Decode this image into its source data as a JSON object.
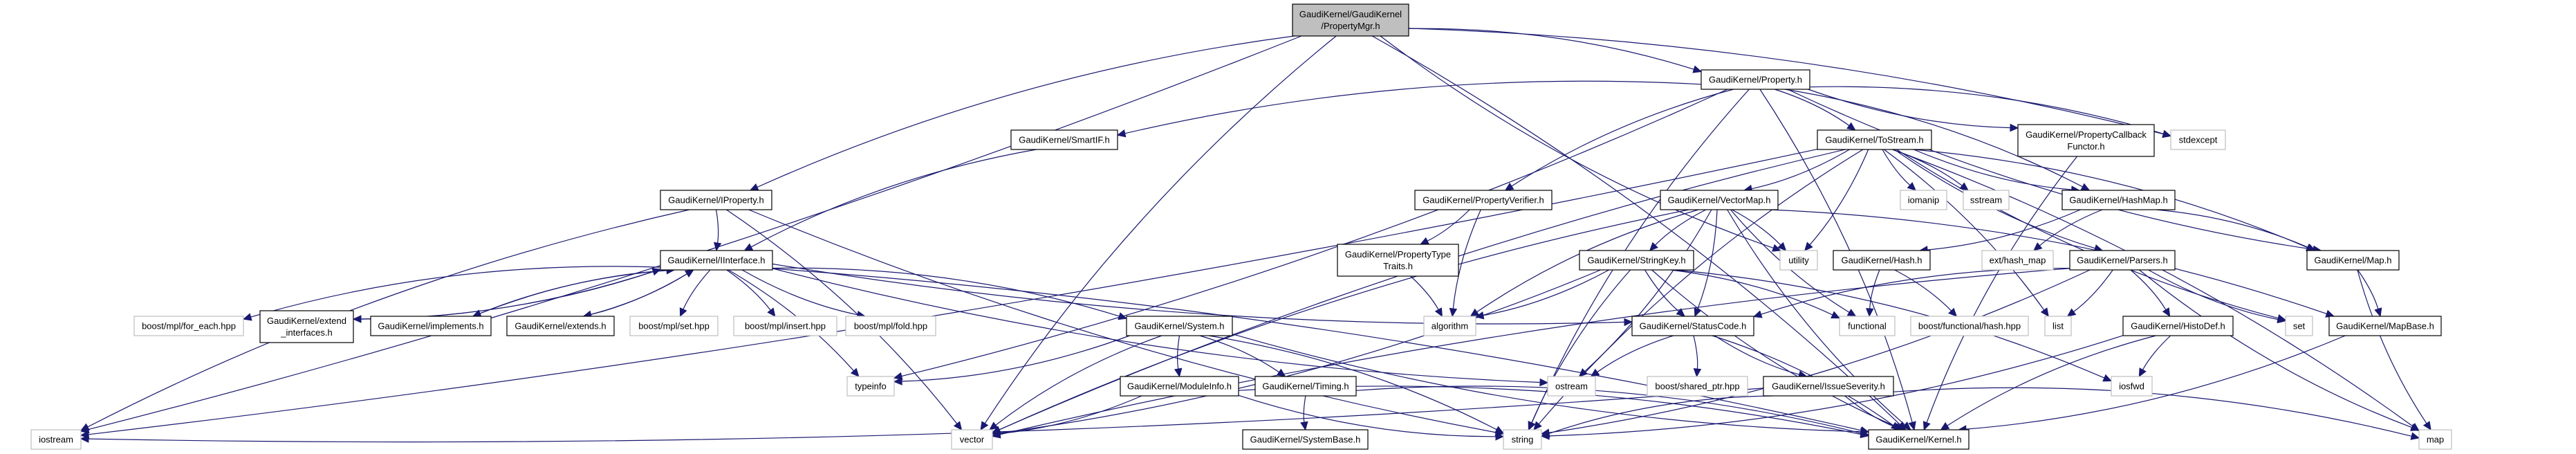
{
  "title": "GaudiKernel/GaudiKernel/PropertyMgr.h include dependency graph",
  "colors": {
    "edge": "#191970",
    "root_fill": "#bfbfbf",
    "node_border": "#000000",
    "external_border": "#bfbfbf",
    "background": "#ffffff"
  },
  "nodes": [
    {
      "id": "root",
      "lines": [
        "GaudiKernel/GaudiKernel",
        "/PropertyMgr.h"
      ],
      "kind": "root"
    },
    {
      "id": "property",
      "lines": [
        "GaudiKernel/Property.h"
      ],
      "kind": "internal"
    },
    {
      "id": "smartif",
      "lines": [
        "GaudiKernel/SmartIF.h"
      ],
      "kind": "internal"
    },
    {
      "id": "tostream",
      "lines": [
        "GaudiKernel/ToStream.h"
      ],
      "kind": "internal"
    },
    {
      "id": "propcallback",
      "lines": [
        "GaudiKernel/PropertyCallback",
        "Functor.h"
      ],
      "kind": "internal"
    },
    {
      "id": "stdexcept",
      "lines": [
        "stdexcept"
      ],
      "kind": "external"
    },
    {
      "id": "iproperty",
      "lines": [
        "GaudiKernel/IProperty.h"
      ],
      "kind": "internal"
    },
    {
      "id": "propverifier",
      "lines": [
        "GaudiKernel/PropertyVerifier.h"
      ],
      "kind": "internal"
    },
    {
      "id": "vectormap",
      "lines": [
        "GaudiKernel/VectorMap.h"
      ],
      "kind": "internal"
    },
    {
      "id": "iomanip",
      "lines": [
        "iomanip"
      ],
      "kind": "external"
    },
    {
      "id": "sstream",
      "lines": [
        "sstream"
      ],
      "kind": "external"
    },
    {
      "id": "hashmap",
      "lines": [
        "GaudiKernel/HashMap.h"
      ],
      "kind": "internal"
    },
    {
      "id": "iinterface",
      "lines": [
        "GaudiKernel/IInterface.h"
      ],
      "kind": "internal"
    },
    {
      "id": "proptypetraits",
      "lines": [
        "GaudiKernel/PropertyType",
        "Traits.h"
      ],
      "kind": "internal"
    },
    {
      "id": "stringkey",
      "lines": [
        "GaudiKernel/StringKey.h"
      ],
      "kind": "internal"
    },
    {
      "id": "utility",
      "lines": [
        "utility"
      ],
      "kind": "external"
    },
    {
      "id": "hash",
      "lines": [
        "GaudiKernel/Hash.h"
      ],
      "kind": "internal"
    },
    {
      "id": "exthashmap",
      "lines": [
        "ext/hash_map"
      ],
      "kind": "external"
    },
    {
      "id": "parsers",
      "lines": [
        "GaudiKernel/Parsers.h"
      ],
      "kind": "internal"
    },
    {
      "id": "map_h",
      "lines": [
        "GaudiKernel/Map.h"
      ],
      "kind": "internal"
    },
    {
      "id": "foreach",
      "lines": [
        "boost/mpl/for_each.hpp"
      ],
      "kind": "external"
    },
    {
      "id": "extendif",
      "lines": [
        "GaudiKernel/extend",
        "_interfaces.h"
      ],
      "kind": "internal"
    },
    {
      "id": "implements",
      "lines": [
        "GaudiKernel/implements.h"
      ],
      "kind": "internal"
    },
    {
      "id": "extends",
      "lines": [
        "GaudiKernel/extends.h"
      ],
      "kind": "internal"
    },
    {
      "id": "mplset",
      "lines": [
        "boost/mpl/set.hpp"
      ],
      "kind": "external"
    },
    {
      "id": "mplinsert",
      "lines": [
        "boost/mpl/insert.hpp"
      ],
      "kind": "external"
    },
    {
      "id": "mplfold",
      "lines": [
        "boost/mpl/fold.hpp"
      ],
      "kind": "external"
    },
    {
      "id": "system",
      "lines": [
        "GaudiKernel/System.h"
      ],
      "kind": "internal"
    },
    {
      "id": "algorithm",
      "lines": [
        "algorithm"
      ],
      "kind": "external"
    },
    {
      "id": "statuscode",
      "lines": [
        "GaudiKernel/StatusCode.h"
      ],
      "kind": "internal"
    },
    {
      "id": "functional",
      "lines": [
        "functional"
      ],
      "kind": "external"
    },
    {
      "id": "boosthash",
      "lines": [
        "boost/functional/hash.hpp"
      ],
      "kind": "external"
    },
    {
      "id": "list",
      "lines": [
        "list"
      ],
      "kind": "external"
    },
    {
      "id": "histodef",
      "lines": [
        "GaudiKernel/HistoDef.h"
      ],
      "kind": "internal"
    },
    {
      "id": "set",
      "lines": [
        "set"
      ],
      "kind": "external"
    },
    {
      "id": "mapbase",
      "lines": [
        "GaudiKernel/MapBase.h"
      ],
      "kind": "internal"
    },
    {
      "id": "typeinfo",
      "lines": [
        "typeinfo"
      ],
      "kind": "external"
    },
    {
      "id": "moduleinfo",
      "lines": [
        "GaudiKernel/ModuleInfo.h"
      ],
      "kind": "internal"
    },
    {
      "id": "timing",
      "lines": [
        "GaudiKernel/Timing.h"
      ],
      "kind": "internal"
    },
    {
      "id": "ostream",
      "lines": [
        "ostream"
      ],
      "kind": "external"
    },
    {
      "id": "sharedptr",
      "lines": [
        "boost/shared_ptr.hpp"
      ],
      "kind": "external"
    },
    {
      "id": "issueseverity",
      "lines": [
        "GaudiKernel/IssueSeverity.h"
      ],
      "kind": "internal"
    },
    {
      "id": "iosfwd",
      "lines": [
        "iosfwd"
      ],
      "kind": "external"
    },
    {
      "id": "iostream",
      "lines": [
        "iostream"
      ],
      "kind": "external"
    },
    {
      "id": "vector",
      "lines": [
        "vector"
      ],
      "kind": "external"
    },
    {
      "id": "string",
      "lines": [
        "string"
      ],
      "kind": "external"
    },
    {
      "id": "systembase",
      "lines": [
        "GaudiKernel/SystemBase.h"
      ],
      "kind": "internal"
    },
    {
      "id": "kernel",
      "lines": [
        "GaudiKernel/Kernel.h"
      ],
      "kind": "internal"
    },
    {
      "id": "map",
      "lines": [
        "map"
      ],
      "kind": "external"
    }
  ],
  "edges": [
    [
      "root",
      "property"
    ],
    [
      "root",
      "iproperty"
    ],
    [
      "root",
      "iostream"
    ],
    [
      "root",
      "vector"
    ],
    [
      "root",
      "stdexcept"
    ],
    [
      "root",
      "utility"
    ],
    [
      "root",
      "kernel"
    ],
    [
      "property",
      "smartif"
    ],
    [
      "property",
      "tostream"
    ],
    [
      "property",
      "propcallback"
    ],
    [
      "property",
      "stdexcept"
    ],
    [
      "property",
      "propverifier"
    ],
    [
      "property",
      "typeinfo"
    ],
    [
      "property",
      "string"
    ],
    [
      "property",
      "hashmap"
    ],
    [
      "property",
      "map_h"
    ],
    [
      "property",
      "kernel"
    ],
    [
      "smartif",
      "iinterface"
    ],
    [
      "tostream",
      "vectormap"
    ],
    [
      "tostream",
      "iomanip"
    ],
    [
      "tostream",
      "sstream"
    ],
    [
      "tostream",
      "hashmap"
    ],
    [
      "tostream",
      "map_h"
    ],
    [
      "tostream",
      "parsers"
    ],
    [
      "tostream",
      "iostream"
    ],
    [
      "tostream",
      "vector"
    ],
    [
      "tostream",
      "list"
    ],
    [
      "tostream",
      "set"
    ],
    [
      "tostream",
      "map"
    ],
    [
      "tostream",
      "string"
    ],
    [
      "tostream",
      "utility"
    ],
    [
      "propcallback",
      "kernel"
    ],
    [
      "iproperty",
      "iinterface"
    ],
    [
      "iproperty",
      "iostream"
    ],
    [
      "iproperty",
      "vector"
    ],
    [
      "iproperty",
      "string"
    ],
    [
      "propverifier",
      "proptypetraits"
    ],
    [
      "propverifier",
      "algorithm"
    ],
    [
      "proptypetraits",
      "algorithm"
    ],
    [
      "vectormap",
      "stringkey"
    ],
    [
      "vectormap",
      "utility"
    ],
    [
      "vectormap",
      "algorithm"
    ],
    [
      "vectormap",
      "statuscode"
    ],
    [
      "vectormap",
      "functional"
    ],
    [
      "vectormap",
      "ostream"
    ],
    [
      "vectormap",
      "vector"
    ],
    [
      "vectormap",
      "mapbase"
    ],
    [
      "vectormap",
      "kernel"
    ],
    [
      "hashmap",
      "hash"
    ],
    [
      "hashmap",
      "exthashmap"
    ],
    [
      "hashmap",
      "map_h"
    ],
    [
      "hash",
      "functional"
    ],
    [
      "hash",
      "boosthash"
    ],
    [
      "iinterface",
      "foreach"
    ],
    [
      "iinterface",
      "extendif"
    ],
    [
      "iinterface",
      "implements"
    ],
    [
      "iinterface",
      "extends"
    ],
    [
      "iinterface",
      "mplset"
    ],
    [
      "iinterface",
      "mplinsert"
    ],
    [
      "iinterface",
      "mplfold"
    ],
    [
      "iinterface",
      "system"
    ],
    [
      "iinterface",
      "statuscode"
    ],
    [
      "iinterface",
      "typeinfo"
    ],
    [
      "iinterface",
      "ostream"
    ],
    [
      "iinterface",
      "kernel"
    ],
    [
      "extendif",
      "iinterface"
    ],
    [
      "implements",
      "iinterface"
    ],
    [
      "extends",
      "iinterface"
    ],
    [
      "stringkey",
      "algorithm"
    ],
    [
      "stringkey",
      "statuscode"
    ],
    [
      "stringkey",
      "functional"
    ],
    [
      "stringkey",
      "string"
    ],
    [
      "stringkey",
      "iosfwd"
    ],
    [
      "stringkey",
      "kernel"
    ],
    [
      "stringkey",
      "vector"
    ],
    [
      "parsers",
      "statuscode"
    ],
    [
      "parsers",
      "list"
    ],
    [
      "parsers",
      "set"
    ],
    [
      "parsers",
      "histodef"
    ],
    [
      "parsers",
      "map"
    ],
    [
      "parsers",
      "string"
    ],
    [
      "parsers",
      "vector"
    ],
    [
      "map_h",
      "mapbase"
    ],
    [
      "map_h",
      "map"
    ],
    [
      "mapbase",
      "kernel"
    ],
    [
      "histodef",
      "iosfwd"
    ],
    [
      "histodef",
      "string"
    ],
    [
      "histodef",
      "kernel"
    ],
    [
      "system",
      "typeinfo"
    ],
    [
      "system",
      "moduleinfo"
    ],
    [
      "system",
      "timing"
    ],
    [
      "system",
      "vector"
    ],
    [
      "system",
      "string"
    ],
    [
      "system",
      "kernel"
    ],
    [
      "moduleinfo",
      "vector"
    ],
    [
      "moduleinfo",
      "string"
    ],
    [
      "moduleinfo",
      "kernel"
    ],
    [
      "timing",
      "systembase"
    ],
    [
      "timing",
      "kernel"
    ],
    [
      "statuscode",
      "ostream"
    ],
    [
      "statuscode",
      "sharedptr"
    ],
    [
      "statuscode",
      "issueseverity"
    ],
    [
      "statuscode",
      "kernel"
    ],
    [
      "issueseverity",
      "string"
    ],
    [
      "issueseverity",
      "map"
    ],
    [
      "issueseverity",
      "kernel"
    ],
    [
      "issueseverity",
      "iostream"
    ]
  ]
}
